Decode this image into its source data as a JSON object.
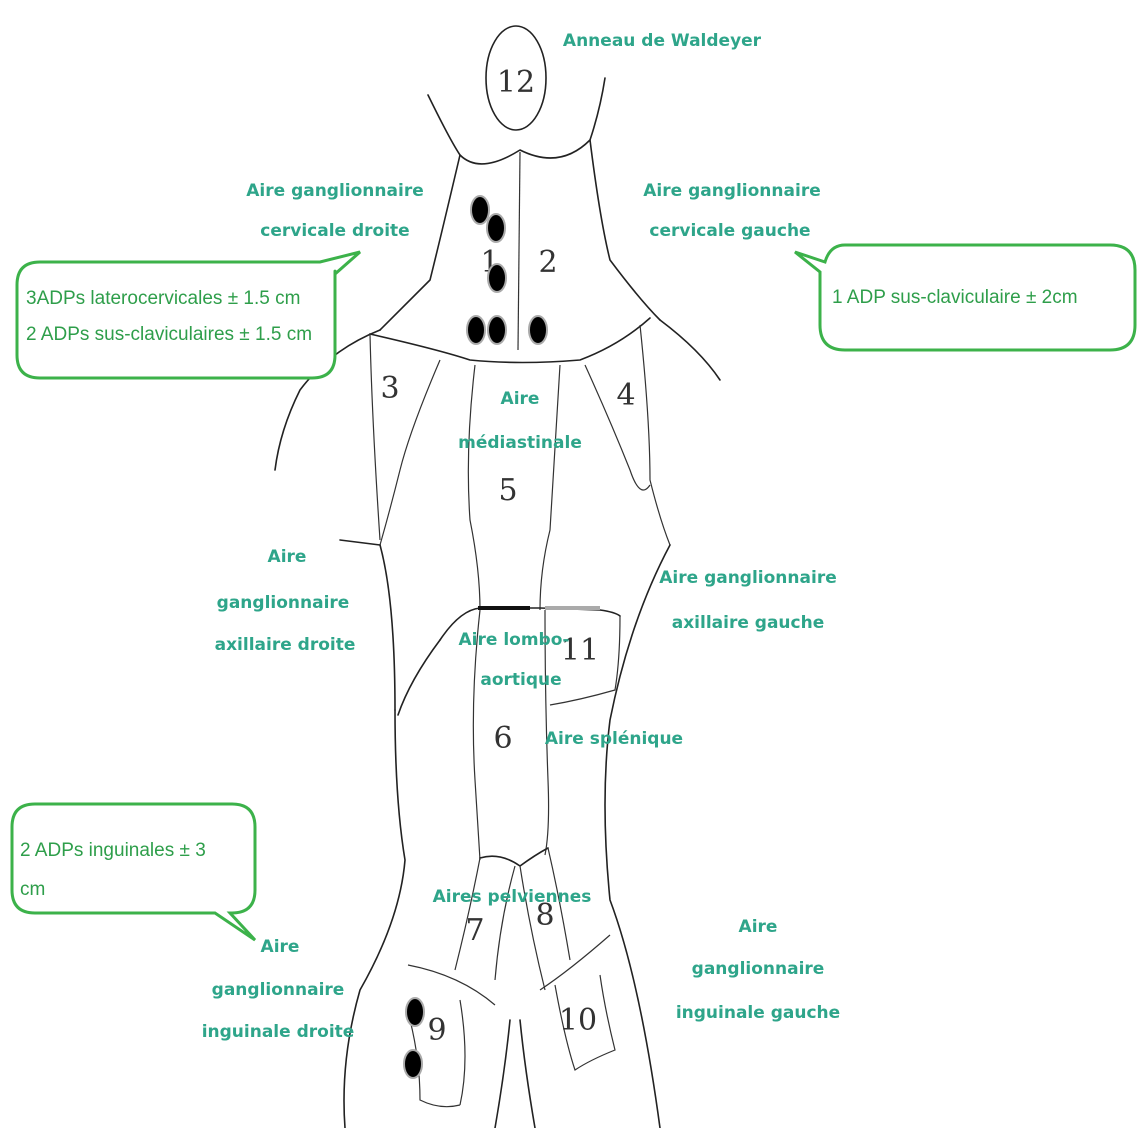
{
  "title": "Anneau de Waldeyer",
  "regions": [
    {
      "number": "12"
    },
    {
      "number": "1"
    },
    {
      "number": "2"
    },
    {
      "number": "3"
    },
    {
      "number": "4"
    },
    {
      "number": "5"
    },
    {
      "number": "11"
    },
    {
      "number": "6"
    },
    {
      "number": "7"
    },
    {
      "number": "8"
    },
    {
      "number": "9"
    },
    {
      "number": "10"
    }
  ],
  "area_labels": {
    "cervicale_droite": [
      "Aire ganglionnaire",
      "cervicale droite"
    ],
    "cervicale_gauche": [
      "Aire ganglionnaire",
      "cervicale gauche"
    ],
    "mediastinale": [
      "Aire",
      "médiastinale"
    ],
    "axillaire_droite": [
      "Aire",
      "ganglionnaire",
      "axillaire droite"
    ],
    "axillaire_gauche": [
      "Aire ganglionnaire",
      "axillaire gauche"
    ],
    "lombo_aortique": [
      "Aire lombo-",
      "aortique"
    ],
    "splenique": "Aire splénique",
    "pelviennes": "Aires pelviennes",
    "inguinale_droite": [
      "Aire",
      "ganglionnaire",
      "inguinale droite"
    ],
    "inguinale_gauche": [
      "Aire",
      "ganglionnaire",
      "inguinale gauche"
    ]
  },
  "callouts": {
    "cervical": [
      "3ADPs laterocervicales ± 1.5 cm",
      "2 ADPs sus-claviculaires ± 1.5 cm"
    ],
    "supraclavicular": "1 ADP sus-claviculaire ± 2cm",
    "inguinal": [
      "2 ADPs inguinales ± 3",
      "cm"
    ]
  },
  "colors": {
    "label_teal": "#2ea58a",
    "callout_green": "#3cb24a",
    "callout_text": "#2e9e4a",
    "node_black": "#000000"
  }
}
